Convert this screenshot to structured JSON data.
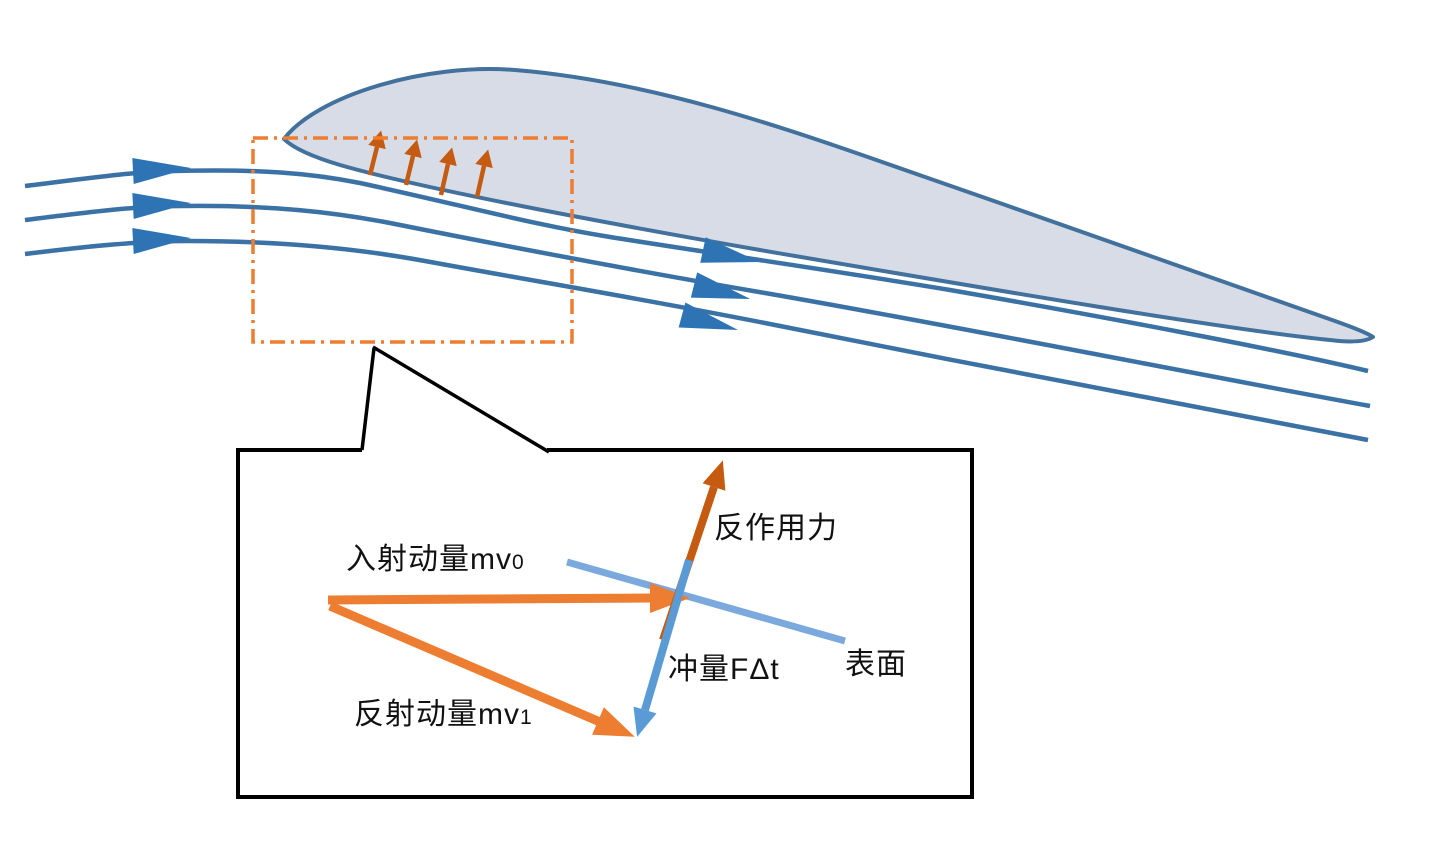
{
  "diagram": {
    "background": "#ffffff",
    "labels": {
      "incident": {
        "text": "入射动量mv",
        "sub": "0"
      },
      "reflected": {
        "text": "反射动量mv",
        "sub": "1"
      },
      "reaction": {
        "text": "反作用力"
      },
      "impulse": {
        "text": "冲量FΔt"
      },
      "surface": {
        "text": "表面"
      }
    },
    "colors": {
      "background": "#ffffff",
      "streamline": "#3B72A6",
      "flow_arrow": "#2E74B5",
      "airfoil_fill": "#D7DCE6",
      "airfoil_outline": "#41719C",
      "momentum_orange": "#ED7D31",
      "force_dark_orange": "#C55A11",
      "impulse_blue": "#5B9BD5",
      "surface_light_blue": "#7CA9DD",
      "zoom_box_orange": "#ED7D31",
      "callout_black": "#000000",
      "label_text": "#111111"
    }
  }
}
